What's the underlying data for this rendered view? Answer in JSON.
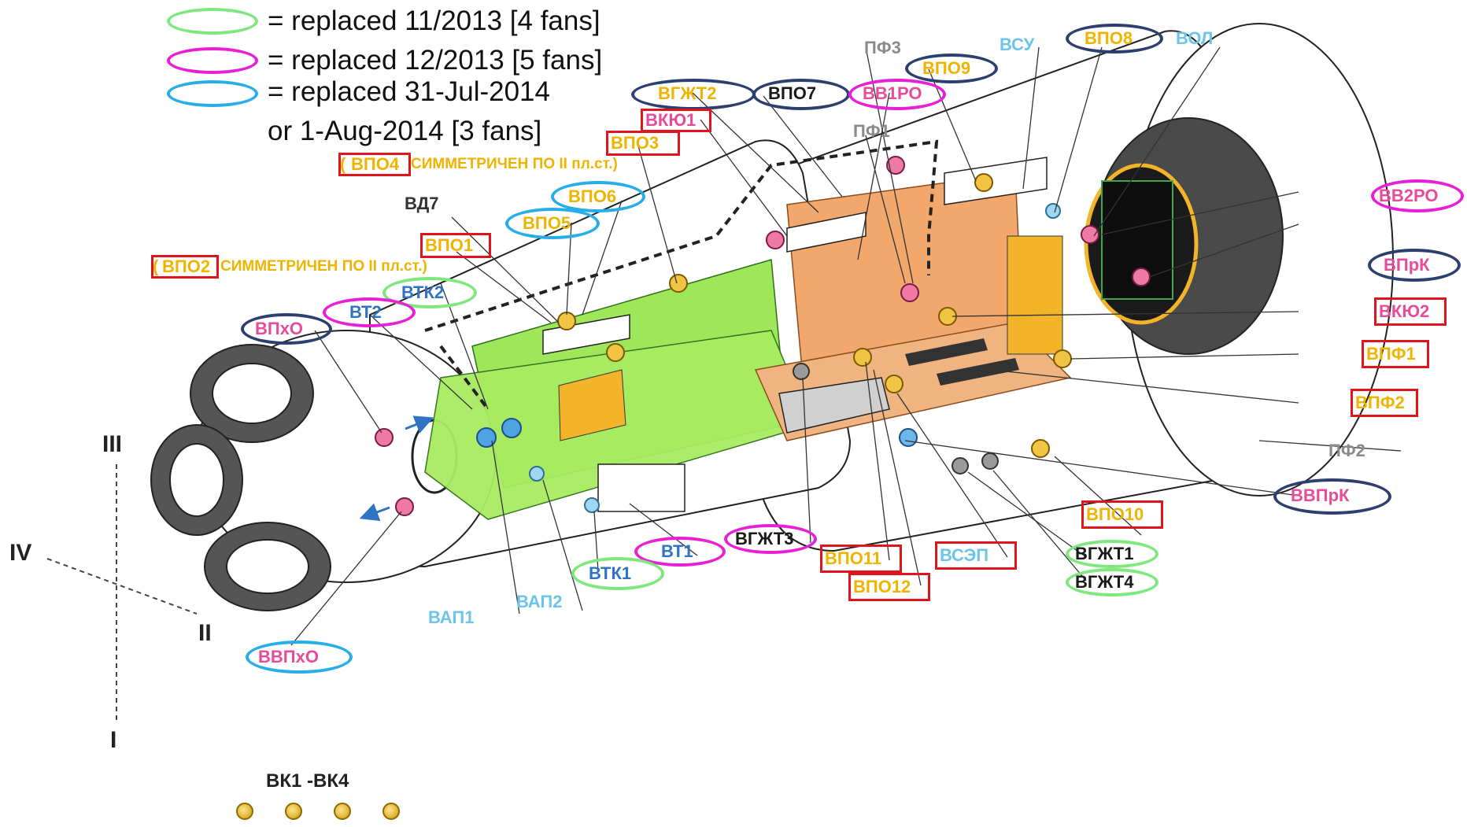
{
  "legend": {
    "items": [
      {
        "text": "= replaced 11/2013 [4 fans]",
        "color": "#7ee87e"
      },
      {
        "text": "= replaced 12/2013 [5 fans]",
        "color": "#e81fd6"
      },
      {
        "text": "= replaced 31-Jul-2014",
        "color": "#27aee8"
      }
    ],
    "continuation": "or 1-Aug-2014 [3 fans]"
  },
  "colors": {
    "box_red": "#e0141c",
    "circle_green": "#7ee87e",
    "circle_magenta": "#e81fd6",
    "circle_cyan": "#27aee8",
    "circle_navy": "#2d3f6e",
    "label_yellow": "#f0b400",
    "label_pink": "#e64c9a",
    "label_blue": "#2f74c4",
    "label_lightblue": "#6cc4e8",
    "label_gray": "#8a8a8a",
    "label_dark": "#1a1a1a",
    "module_green": "#9ee65a",
    "module_orange": "#f2a86c",
    "module_yellow": "#f4b42a",
    "hull_gray": "#555555",
    "hull_dark": "#1a1a1a"
  },
  "labels": {
    "vgzht2": "ВГЖТ2",
    "vpo7": "ВПО7",
    "vv1ro": "ВВ1РО",
    "pf3": "ПФ3",
    "vpo9": "ВПО9",
    "vsu": "ВСУ",
    "vpo8": "ВПО8",
    "vol": "ВОЛ",
    "vkyu1": "ВКЮ1",
    "pf1": "ПФ1",
    "vpo3": "ВПО3",
    "vpo4": "ВПО4",
    "vpo4_note": "СИММЕТРИЧЕН ПО II пл.ст.)",
    "vpo4_open": "(",
    "vpo6": "ВПО6",
    "vd7": "ВД7",
    "vpo5": "ВПО5",
    "vpo1": "ВПО1",
    "vpo2": "ВПО2",
    "vpo2_note": "СИММЕТРИЧЕН ПО II пл.ст.)",
    "vpo2_open": "(",
    "vtk2": "ВТК2",
    "vt2": "ВТ2",
    "vpkho": "ВПхО",
    "vv2ro": "ВВ2РО",
    "vprk": "ВПрК",
    "vkyu2": "ВКЮ2",
    "vpf1": "ВПФ1",
    "vpf2": "ВПФ2",
    "pf2": "ПФ2",
    "vvprk": "ВВПрК",
    "vpo10": "ВПО10",
    "vgzht1": "ВГЖТ1",
    "vgzht4": "ВГЖТ4",
    "vsep": "ВСЭП",
    "vpo11": "ВПО11",
    "vpo12": "ВПО12",
    "vgzht3": "ВГЖТ3",
    "vt1": "ВТ1",
    "vtk1": "ВТК1",
    "vap2": "ВАП2",
    "vap1": "ВАП1",
    "vvpkho": "ВВПхО",
    "vk": "ВК1 -ВК4"
  },
  "axes": {
    "iii": "III",
    "iv": "IV",
    "ii": "II",
    "i": "I"
  }
}
